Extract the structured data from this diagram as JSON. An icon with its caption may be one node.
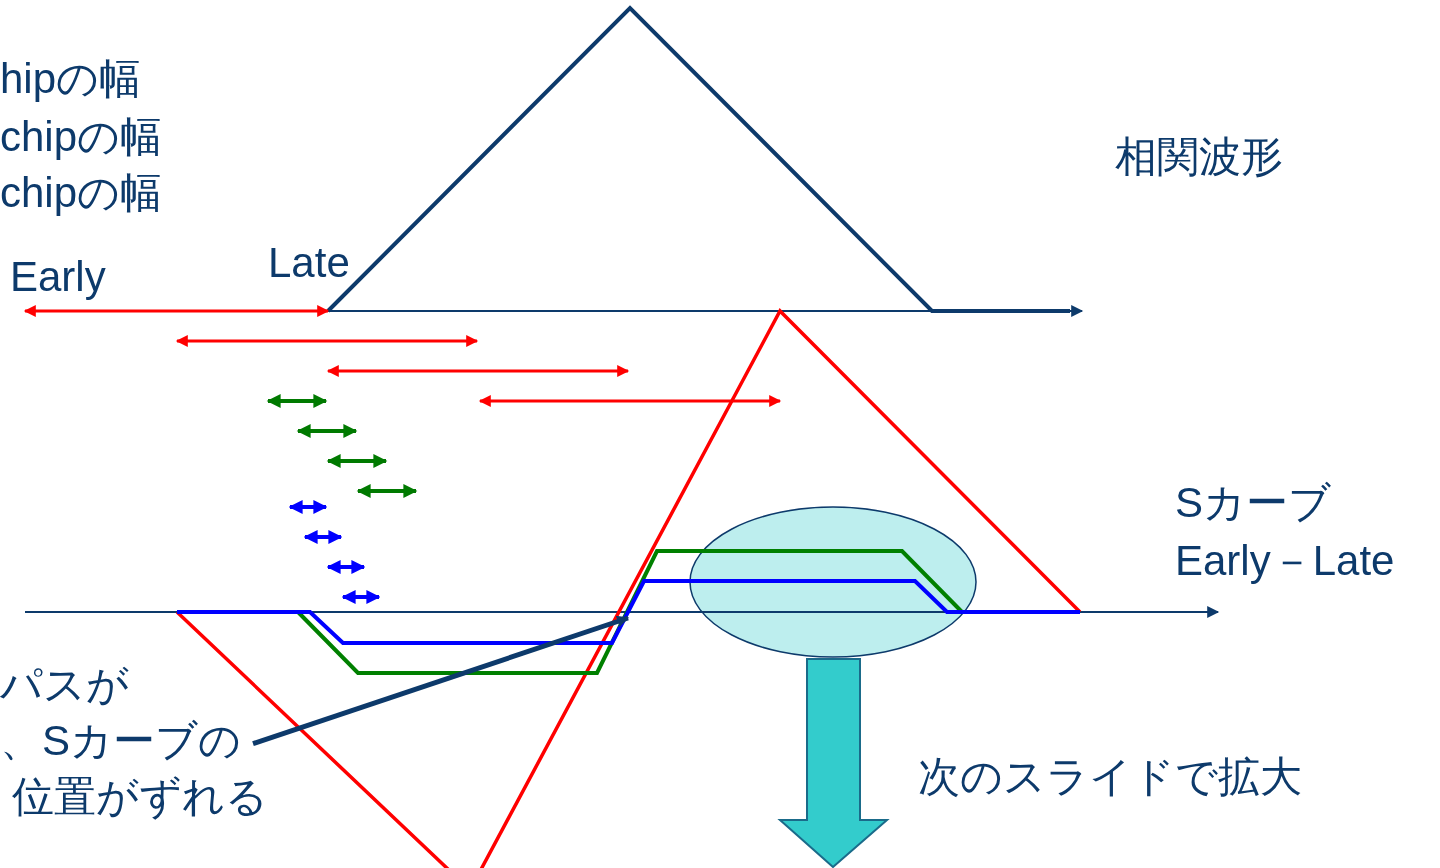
{
  "diagram": {
    "nodes": [
      {
        "text": [
          "パスが",
          "、Sカーブの",
          "位置がずれる"
        ]
      },
      {
        "text": [],
        "shape": "ellipse"
      },
      {
        "text": [],
        "shape": "curve"
      }
    ],
    "edges": [
      {
        "from": 0,
        "to": 2,
        "arrow": "to"
      },
      {
        "from": 1,
        "to": null,
        "arrow": "to",
        "style": "thick",
        "color": "#33cccc"
      }
    ],
    "labels": [
      "hipの幅",
      "chipの幅",
      "chipの幅",
      "相関波形",
      "Early",
      "Late",
      "Sカーブ",
      "Early－Late",
      "次のスライドで拡大"
    ]
  }
}
